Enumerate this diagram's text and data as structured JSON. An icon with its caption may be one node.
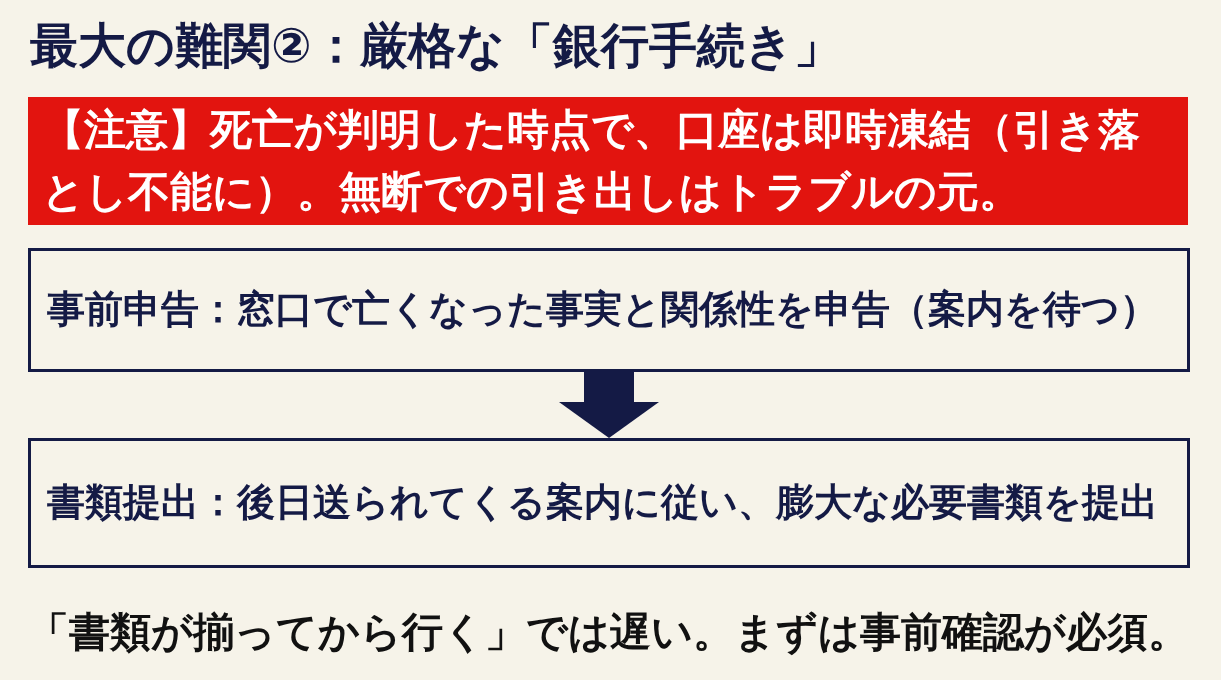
{
  "diagram": {
    "title": "最大の難関②：厳格な「銀行手続き」",
    "nodes": [
      {
        "text": [
          "【注意】死亡が判明した時点で、口座は即時凍結（引き落とし不能に）。無断での引き出しはトラブルの元。"
        ]
      },
      {
        "text": [
          "事前申告：窓口で亡くなった事実と関係性を申告（案内を待つ）"
        ]
      },
      {
        "text": [
          "書類提出：後日送られてくる案内に従い、膨大な必要書類を提出"
        ]
      }
    ],
    "edges": [
      {
        "from": 1,
        "to": 2,
        "arrow": "to"
      }
    ],
    "caption": "「書類が揃ってから行く」では遅い。まずは事前確認が必須。"
  }
}
